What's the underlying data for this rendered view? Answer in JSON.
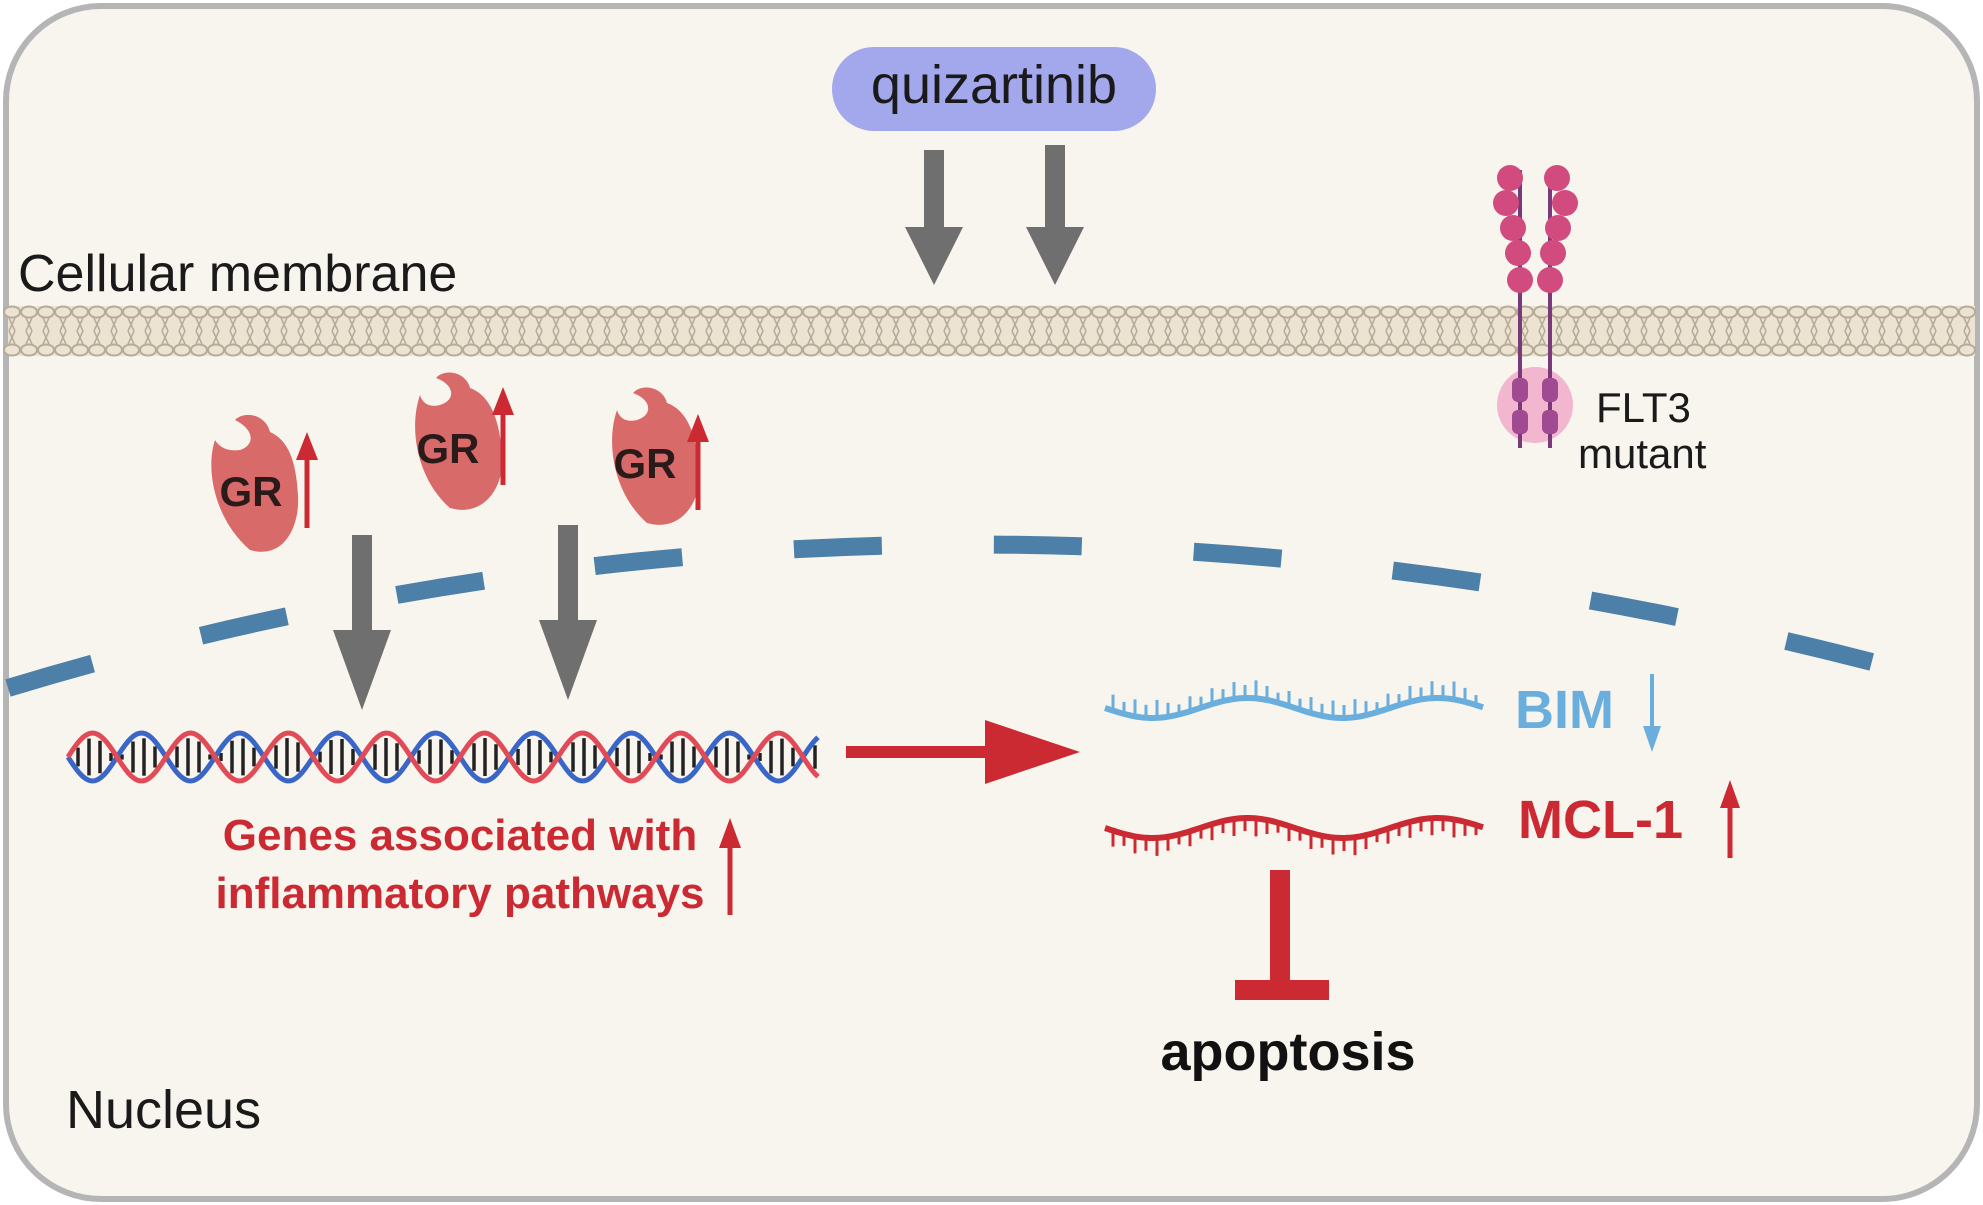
{
  "drug": {
    "label": "quizartinib"
  },
  "labels": {
    "membrane": "Cellular membrane",
    "nucleus": "Nucleus",
    "receptor_line1": "FLT3",
    "receptor_line2": "mutant",
    "gr": "GR",
    "genes_line1": "Genes associated with",
    "genes_line2": "inflammatory pathways",
    "bim": "BIM",
    "mcl1": "MCL-1",
    "apoptosis": "apoptosis"
  },
  "colors": {
    "cytoplasm": "#f8f5ee",
    "cell_border": "#b5b5b5",
    "drug_pill": "#a3a7ec",
    "arrow_gray": "#6f6f6f",
    "membrane_fill": "#ece3d3",
    "membrane_stroke": "#b6ab96",
    "gr": "#d96a6a",
    "nuclear_envelope": "#4d80a8",
    "dna_blue": "#3a66c7",
    "dna_red": "#e04b57",
    "accent_red": "#cc2a33",
    "bim_blue": "#6aaedd",
    "receptor": "#d14b7f",
    "receptor_tm": "#f2b6cf",
    "text_dark": "#1a1a1a"
  },
  "status": {
    "gr": "up",
    "genes": "up",
    "bim": "down",
    "mcl1": "up",
    "mcl1_on_apoptosis": "inhibits"
  }
}
